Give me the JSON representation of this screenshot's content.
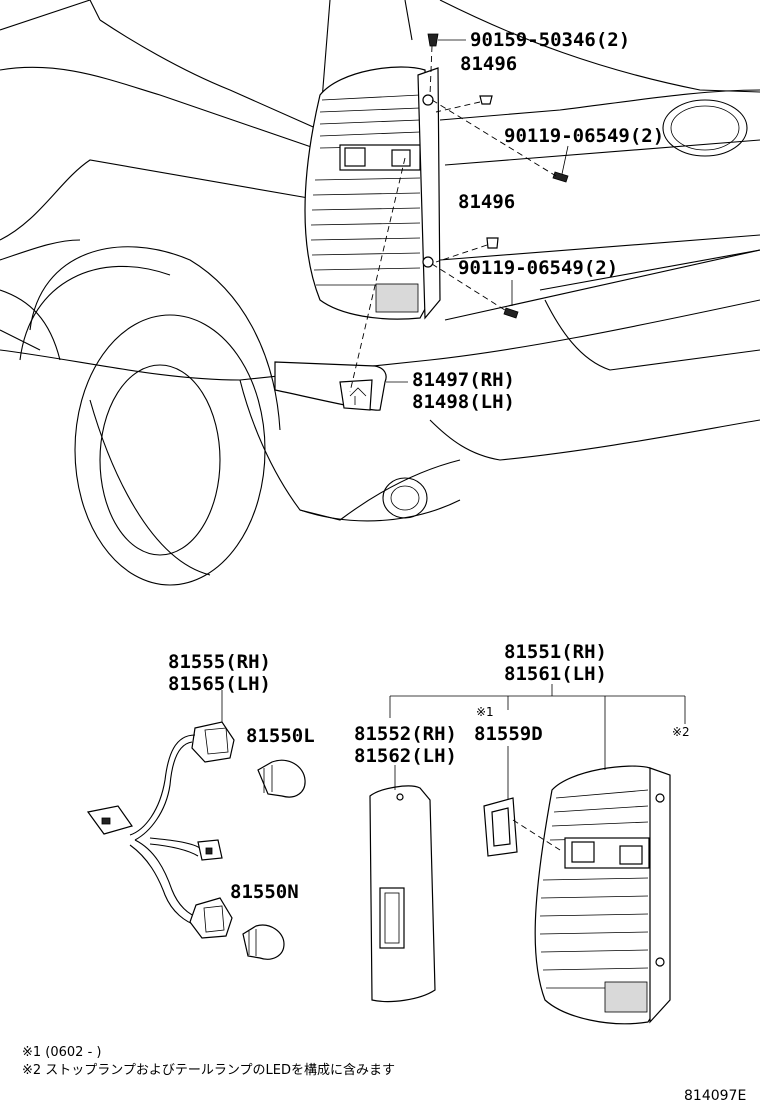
{
  "labels": {
    "screw_top": "90159-50346(2)",
    "clip_top": "81496",
    "screw_mid": "90119-06549(2)",
    "clip_mid": "81496",
    "screw_low": "90119-06549(2)",
    "reflector_rh": "81497(RH)",
    "reflector_lh": "81498(LH)",
    "socket_rh": "81555(RH)",
    "socket_lh": "81565(LH)",
    "bulb_l": "81550L",
    "bulb_n": "81550N",
    "lamp_assy_rh": "81551(RH)",
    "lamp_assy_lh": "81561(LH)",
    "lens_rh": "81552(RH)",
    "lens_lh": "81562(LH)",
    "gasket": "81559D",
    "mark1": "※1",
    "mark2": "※2"
  },
  "notes": {
    "note1": "※1 (0602 -        )",
    "note2": "※2 ストップランプおよびテールランプのLEDを構成に含みます"
  },
  "diagram_code": "814097E"
}
